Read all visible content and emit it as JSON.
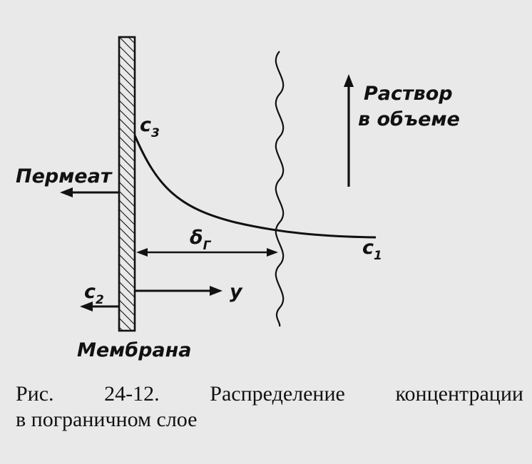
{
  "labels": {
    "membrane": "Мембрана",
    "permeate": "Пермеат",
    "bulk_line1": "Раствор",
    "bulk_line2": "в объеме",
    "c3_base": "c",
    "c3_sub": "3",
    "c1_base": "c",
    "c1_sub": "1",
    "c2_base": "c",
    "c2_sub": "2",
    "delta_base": "δ",
    "delta_sub": "Г",
    "y_axis": "y"
  },
  "caption": {
    "words": [
      "Рис.",
      "24-12.",
      "Распределение",
      "концентрации"
    ],
    "line2": "в пограничном слое"
  }
}
